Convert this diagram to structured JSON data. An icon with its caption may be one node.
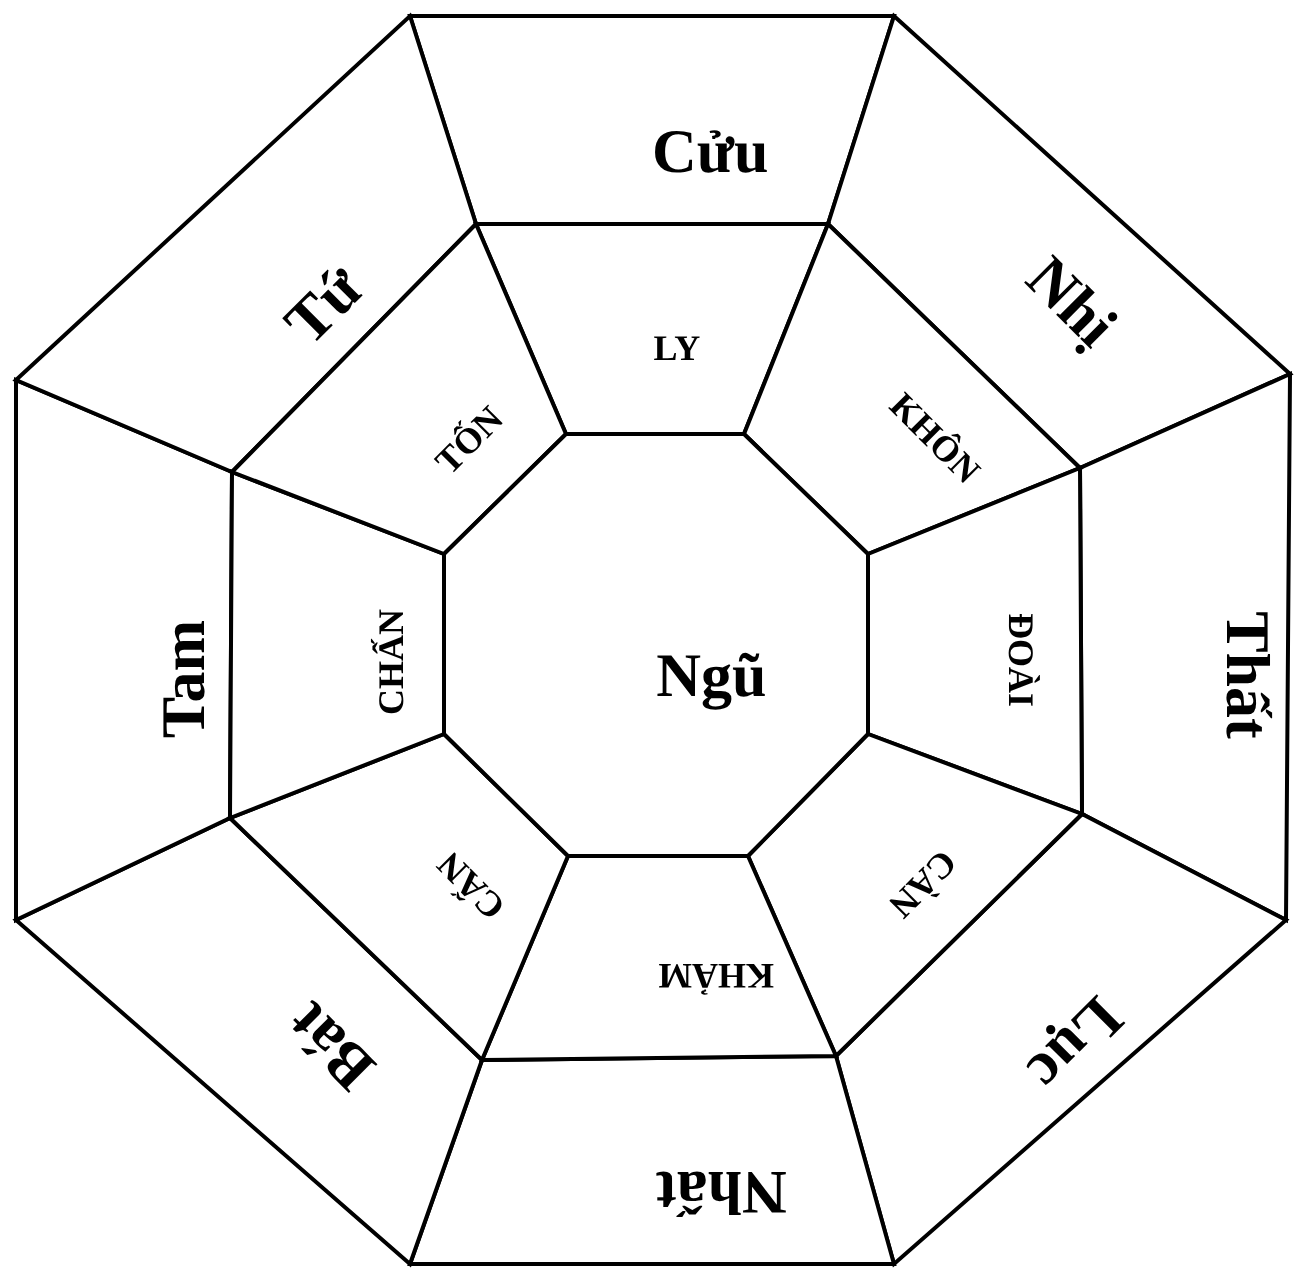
{
  "diagram": {
    "nodes": [
      {
        "text": [
          "Cửu"
        ]
      },
      {
        "text": [
          "Nhị"
        ]
      },
      {
        "text": [
          "Thất"
        ]
      },
      {
        "text": [
          "Lục"
        ]
      },
      {
        "text": [
          "Nhất"
        ]
      },
      {
        "text": [
          "Bát"
        ]
      },
      {
        "text": [
          "Tam"
        ]
      },
      {
        "text": [
          "Tứ"
        ]
      },
      {
        "text": [
          "LY"
        ]
      },
      {
        "text": [
          "KHÔN"
        ]
      },
      {
        "text": [
          "ĐOÀI"
        ]
      },
      {
        "text": [
          "CÀN"
        ]
      },
      {
        "text": [
          "KHẢM"
        ]
      },
      {
        "text": [
          "CẤN"
        ]
      },
      {
        "text": [
          "CHẤN"
        ]
      },
      {
        "text": [
          "TỐN"
        ]
      },
      {
        "text": [
          "Ngũ"
        ]
      }
    ]
  }
}
